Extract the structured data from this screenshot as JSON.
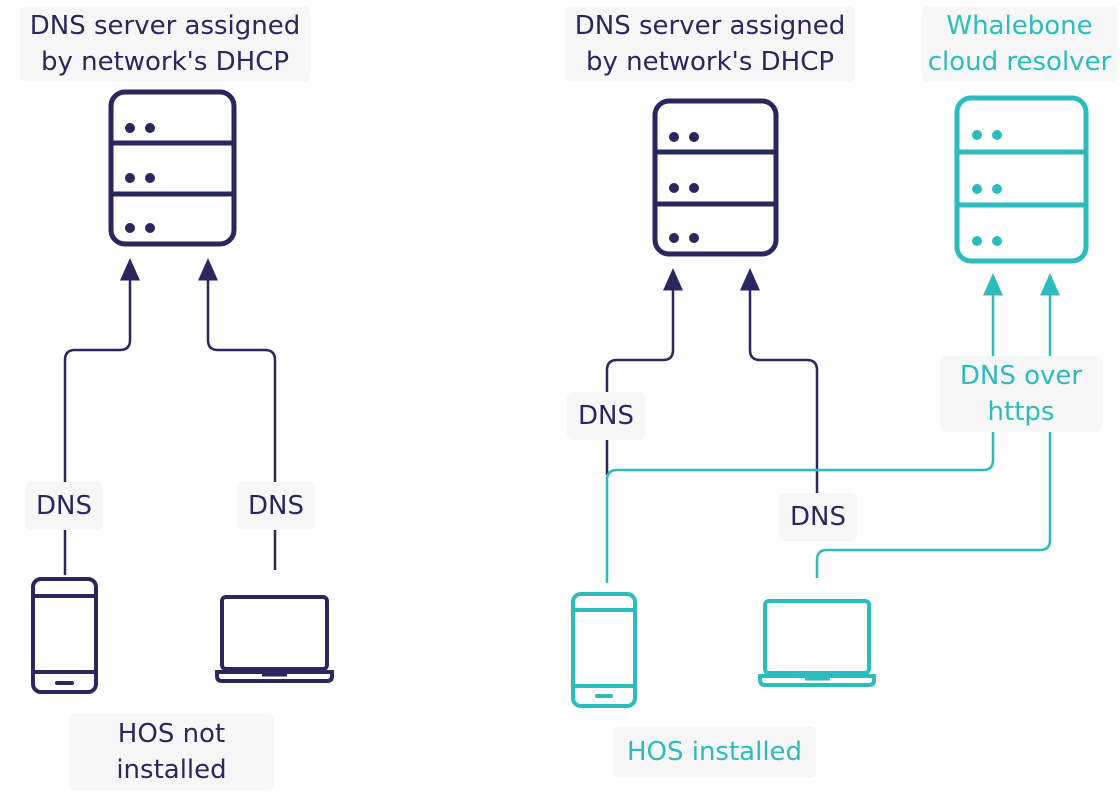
{
  "colors": {
    "navy": "#2a275f",
    "teal": "#2cbcbd",
    "label_bg": "#f7f7f7"
  },
  "left_panel": {
    "server_label": "DNS server assigned\nby network's DHCP",
    "phone_link_label": "DNS",
    "laptop_link_label": "DNS",
    "caption": "HOS not\ninstalled",
    "server_icon": "server-icon",
    "phone_icon": "smartphone-icon",
    "laptop_icon": "laptop-icon"
  },
  "right_panel": {
    "server_label": "DNS server assigned\nby network's DHCP",
    "cloud_label": "Whalebone\ncloud resolver",
    "phone_link_label": "DNS",
    "laptop_link_label": "DNS",
    "doh_label": "DNS over\nhttps",
    "caption": "HOS installed",
    "server_icon": "server-icon",
    "cloud_server_icon": "cloud-server-icon",
    "phone_icon": "smartphone-icon",
    "laptop_icon": "laptop-icon"
  }
}
